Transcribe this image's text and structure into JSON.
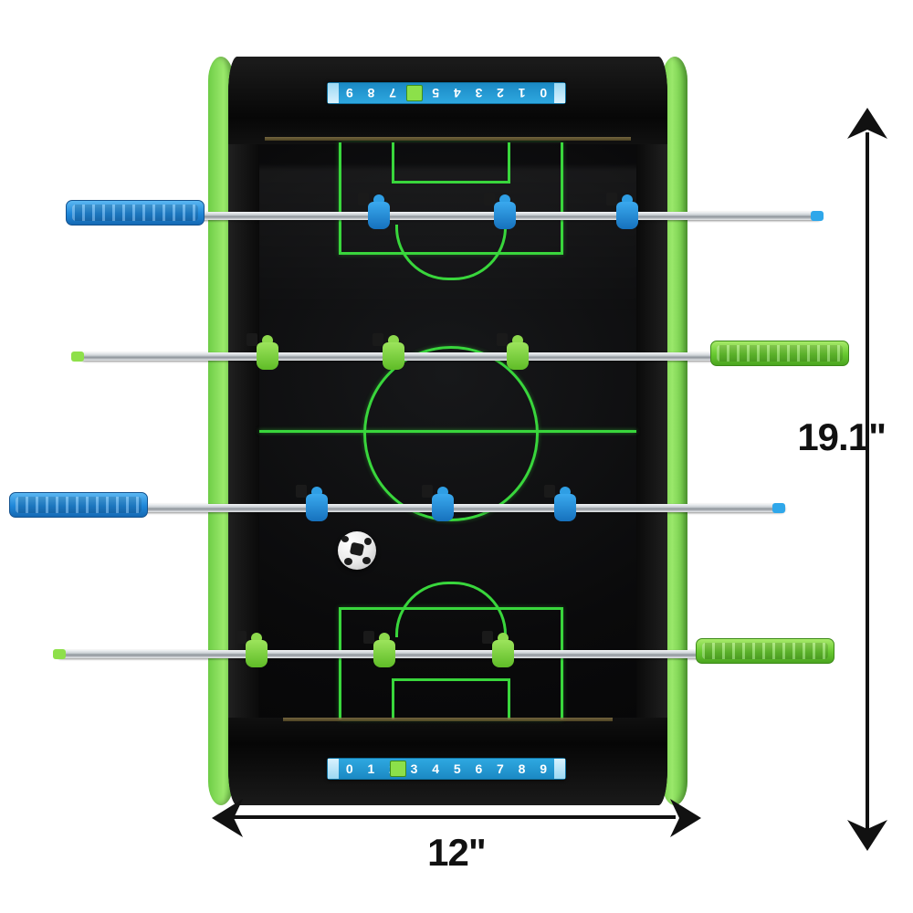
{
  "product": {
    "name": "tabletop-foosball-table",
    "description": "Black and green mini tabletop foosball soccer table viewed from above with blue and green players"
  },
  "dimensions": {
    "height_label": "19.1\"",
    "width_label": "12\""
  },
  "scoreboards": {
    "digits": [
      "0",
      "1",
      "2",
      "3",
      "4",
      "5",
      "6",
      "7",
      "8",
      "9"
    ],
    "top_marker_position": "1",
    "bottom_marker_position": "1"
  },
  "colors": {
    "accent_green": "#7ed957",
    "pitch_line_green": "#39d63c",
    "player_blue": "#2f9ee4",
    "player_green": "#8dd94d",
    "cabinet_black": "#0c0c0c",
    "annotation_black": "#111111",
    "background": "#ffffff"
  },
  "rods": [
    {
      "id": "rod-1",
      "team": "blue",
      "handle_side": "left",
      "players": 3
    },
    {
      "id": "rod-2",
      "team": "green",
      "handle_side": "right",
      "players": 3
    },
    {
      "id": "rod-3",
      "team": "blue",
      "handle_side": "left",
      "players": 3
    },
    {
      "id": "rod-4",
      "team": "green",
      "handle_side": "right",
      "players": 3
    }
  ]
}
